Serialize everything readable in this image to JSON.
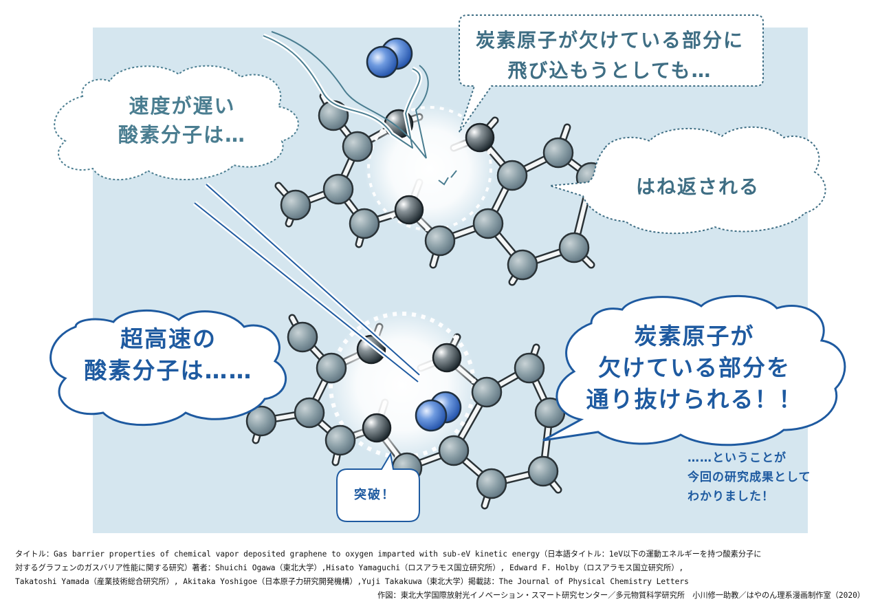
{
  "bubbles": {
    "slow": "速度が遅い\n酸素分子は…",
    "jump": "炭素原子が欠けている部分に\n飛び込もうとしても…",
    "bounce": "はね返される",
    "fast": "超高速の\n酸素分子は……",
    "pass": "炭素原子が\n欠けている部分を\n通り抜けられる！！",
    "break": "突破！",
    "result": "……ということが\n今回の研究成果として\nわかりました！"
  },
  "credits": {
    "line1": "タイトル：Gas barrier properties of chemical vapor deposited graphene to oxygen imparted with sub-eV kinetic energy（日本語タイトル：1eV以下の運動エネルギーを持つ酸素分子に",
    "line2": "対するグラフェンのガスバリア性能に関する研究）著者：Shuichi Ogawa（東北大学）,Hisato Yamaguchi（ロスアラモス国立研究所）, Edward F. Holby（ロスアラモス国立研究所）,",
    "line3": "Takatoshi Yamada（産業技術総合研究所）, Akitaka Yoshigoe（日本原子力研究開発機構）,Yuji Takakuwa（東北大学）掲載誌：The Journal of Physical Chemistry Letters",
    "line4": "作図：東北大学国際放射光イノベーション・スマート研究センター／多元物質科学研究所　小川修一助教／はやのん理系漫画制作室（2020）"
  },
  "colors": {
    "panel": "#d5e6ef",
    "carbon": "#8a9ea6",
    "oxygen": "#3a6fc4",
    "slow_text": "#4a7d90",
    "fast_text": "#1e5aa0"
  }
}
